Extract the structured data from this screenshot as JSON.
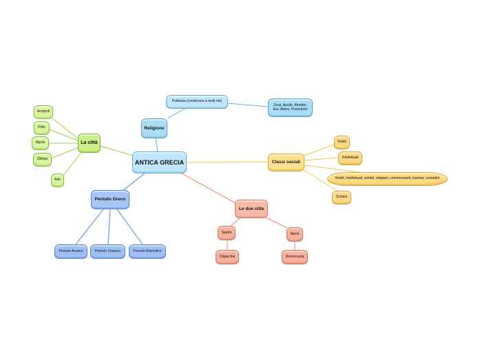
{
  "diagram": {
    "central": {
      "label": "ANTICA GRECIA"
    },
    "religione": {
      "label": "Religione",
      "politeista": "Politeista (credevano a molti dei)",
      "dei": "Zeus, Apollo, Afrodite, Era, Atena, Poseidone"
    },
    "citta": {
      "label": "La città",
      "items": [
        "Acropoli",
        "Pólis",
        "Agorà",
        "Olimpo",
        "Ade"
      ]
    },
    "classi": {
      "label": "Classi sociali",
      "items": [
        "Nobili",
        "Intellettuali",
        "Nobili, intellettuali, soldati, artigiani, commercianti, marinai, contadini",
        "Schiavi"
      ]
    },
    "periodo": {
      "label": "Periodo Greco",
      "items": [
        "Periodo Arcaico",
        "Periodo Classico",
        "Periodo Ellenistico"
      ]
    },
    "due_citta": {
      "label": "Le due città",
      "sparta": "Sparta",
      "atene": "Atene",
      "oligarchia": "Oligarchia",
      "democrazia": "Democrazia"
    }
  },
  "colors": {
    "religione_line": "#5fb3e0",
    "citta_line": "#9fcf4f",
    "classi_line": "#f2c94c",
    "periodo_line": "#4a86d8",
    "due_citta_line": "#ee8c6c"
  }
}
